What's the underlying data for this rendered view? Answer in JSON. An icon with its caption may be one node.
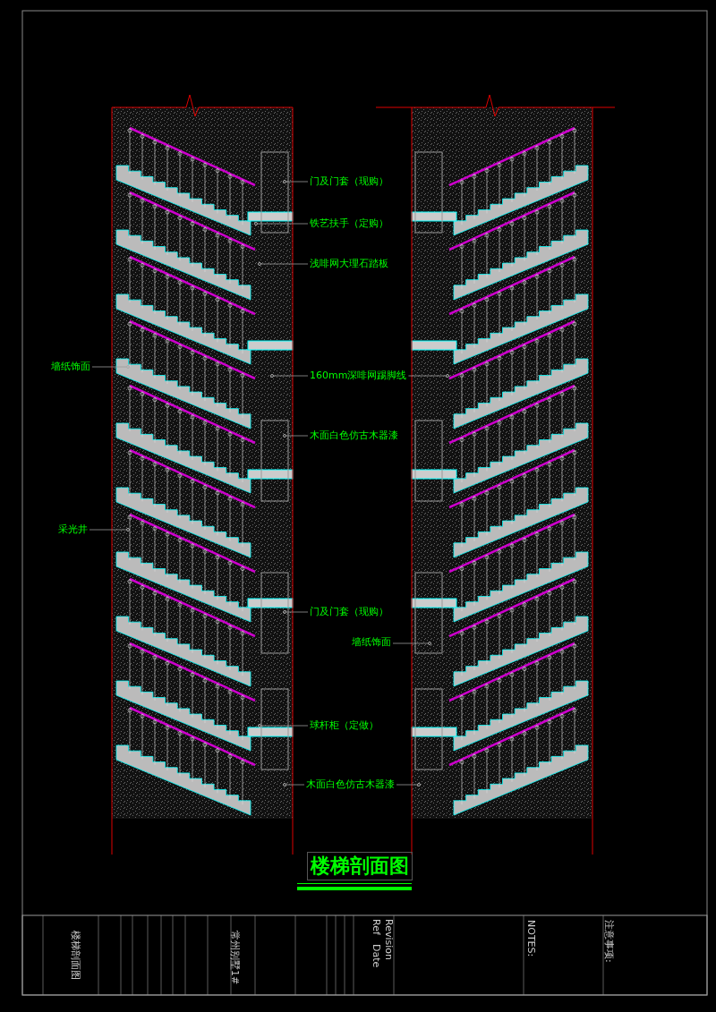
{
  "diagram": {
    "title": "楼梯剖面图",
    "nodes": [
      {
        "text": [
          "门及门套（现购）"
        ]
      },
      {
        "text": [],
        "shape": "circle"
      },
      {
        "text": [
          "铁艺扶手（定购）"
        ]
      },
      {
        "text": [],
        "shape": "circle"
      },
      {
        "text": [
          "浅啡网大理石踏板"
        ]
      },
      {
        "text": [],
        "shape": "circle"
      },
      {
        "text": [
          "160mm深啡网踢脚线"
        ]
      },
      {
        "text": [],
        "shape": "circle"
      },
      {
        "text": [],
        "shape": "circle"
      },
      {
        "text": [
          "木面白色仿古木器漆"
        ]
      },
      {
        "text": [],
        "shape": "circle"
      },
      {
        "text": [
          "墙纸饰面"
        ]
      },
      {
        "text": [],
        "shape": "circle"
      },
      {
        "text": [
          "采光井"
        ]
      },
      {
        "text": [],
        "shape": "circle"
      },
      {
        "text": [
          "门及门套（现购）"
        ]
      },
      {
        "text": [],
        "shape": "circle"
      },
      {
        "text": [
          "墙纸饰面"
        ]
      },
      {
        "text": [],
        "shape": "circle"
      },
      {
        "text": [
          "球杆柜（定做）"
        ]
      },
      {
        "text": [],
        "shape": "circle"
      },
      {
        "text": [
          "木面白色仿古木器漆"
        ]
      },
      {
        "text": [],
        "shape": "circle"
      },
      {
        "text": [],
        "shape": "circle"
      }
    ],
    "edges": [
      {
        "from": 0,
        "to": 1,
        "arrow": "none"
      },
      {
        "from": 2,
        "to": 3,
        "arrow": "none"
      },
      {
        "from": 4,
        "to": 5,
        "arrow": "none"
      },
      {
        "from": 6,
        "to": 7,
        "arrow": "none"
      },
      {
        "from": 6,
        "to": 8,
        "arrow": "none"
      },
      {
        "from": 9,
        "to": 10,
        "arrow": "none"
      },
      {
        "from": 11,
        "to": 12,
        "arrow": "none"
      },
      {
        "from": 13,
        "to": 14,
        "arrow": "none"
      },
      {
        "from": 15,
        "to": 16,
        "arrow": "none"
      },
      {
        "from": 17,
        "to": 18,
        "arrow": "none"
      },
      {
        "from": 19,
        "to": 20,
        "arrow": "none"
      },
      {
        "from": 21,
        "to": 22,
        "arrow": "none"
      },
      {
        "from": 21,
        "to": 23,
        "arrow": "none"
      }
    ],
    "labels": [
      "楼梯剖面图",
      "常州别墅1#",
      "Ref",
      "Date",
      "Revision",
      "NOTES:",
      "注意事项:"
    ]
  }
}
